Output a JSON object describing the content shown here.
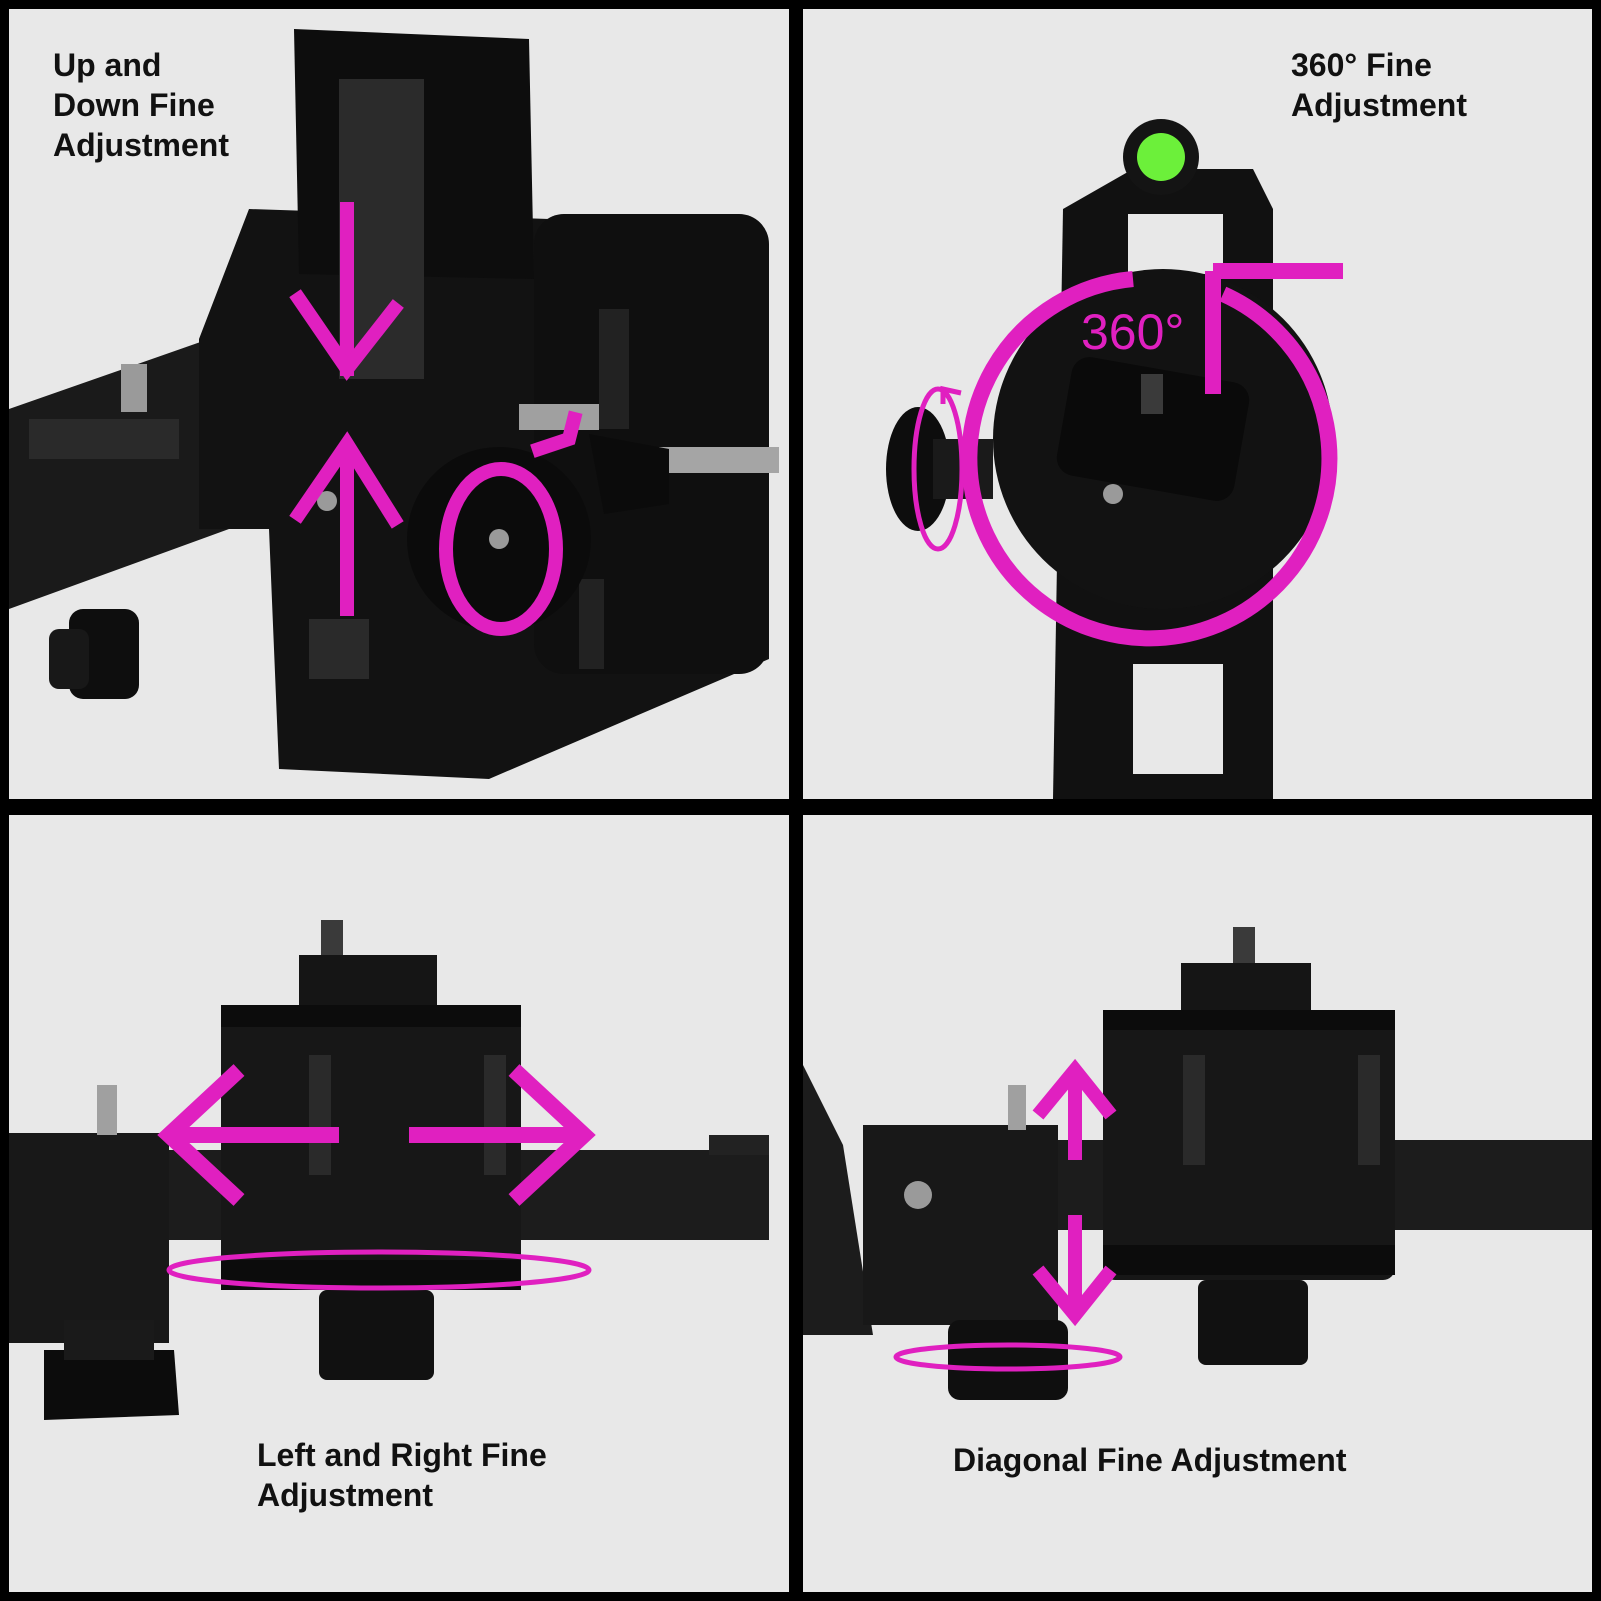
{
  "panels": [
    {
      "id": "up-down",
      "caption_lines": [
        "Up and",
        "Down Fine",
        "Adjustment"
      ]
    },
    {
      "id": "rotation",
      "caption_lines": [
        "360° Fine",
        "Adjustment"
      ],
      "ring_label": "360°"
    },
    {
      "id": "left-right",
      "caption_lines": [
        "Left and Right Fine",
        "Adjustment"
      ]
    },
    {
      "id": "diagonal",
      "caption_lines": [
        "Diagonal Fine Adjustment"
      ]
    }
  ],
  "colors": {
    "background": "#e8e8e8",
    "divider": "#000000",
    "product": "#111111",
    "arrow": "#e020c0",
    "bubble_level": "#6cf03a"
  }
}
